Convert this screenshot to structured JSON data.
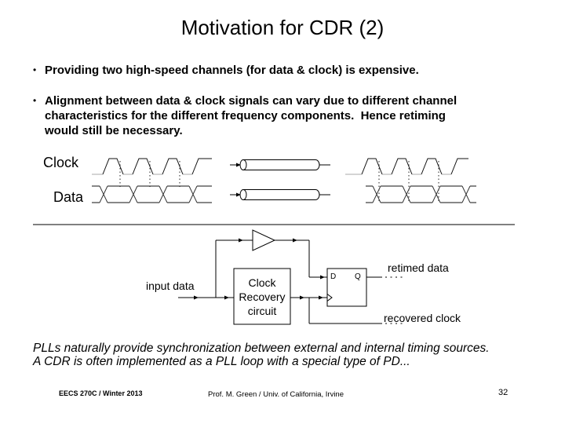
{
  "slide": {
    "title": "Motivation for CDR (2)",
    "bullet_glyph": "•",
    "bullets": [
      {
        "lines": [
          "Providing two high-speed channels (for data & clock) is expensive."
        ]
      },
      {
        "lines": [
          "Alignment between data & clock signals can vary due to different channel",
          "characteristics for the different frequency components.  Hence retiming",
          "would still be necessary."
        ]
      }
    ],
    "waveforms": {
      "clock_label": "Clock",
      "data_label": "Data"
    },
    "diagram": {
      "input_label": "input data",
      "box_lines": [
        "Clock",
        "Recovery",
        "circuit"
      ],
      "flipflop": {
        "d_pin": "D",
        "q_pin": "Q"
      },
      "retimed_label": "retimed data",
      "recovered_label": "recovered clock"
    },
    "note_lines": [
      "PLLs naturally provide synchronization between external and internal timing sources.",
      "A CDR is often implemented as a PLL loop with a special type of PD..."
    ],
    "footer": {
      "course": "EECS 270C / Winter 2013",
      "author": "Prof. M. Green / Univ. of California, Irvine",
      "page": "32"
    }
  },
  "colors": {
    "ink": "#000000",
    "background": "#ffffff",
    "muted_baseline": "#aaaaaa"
  }
}
